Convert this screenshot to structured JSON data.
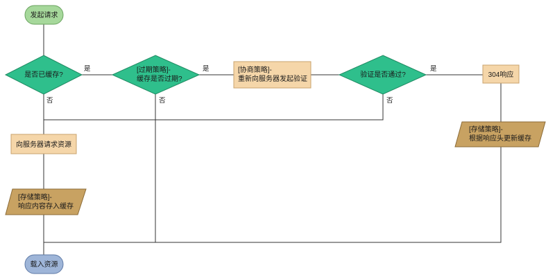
{
  "nodes": {
    "start": "发起请求",
    "is_cached": "是否已缓存?",
    "expire_line1": "[过期策略]-",
    "expire_line2": "缓存是否过期?",
    "negotiate_line1": "[协商策略]-",
    "negotiate_line2": "重新向服务器发起验证",
    "verify": "验证是否通过?",
    "resp304": "304响应",
    "store_update_line1": "[存储策略]-",
    "store_update_line2": "根据响应头更新缓存",
    "request_server": "向服务器请求资源",
    "store_save_line1": "[存储策略]-",
    "store_save_line2": "响应内容存入缓存",
    "load": "载入资源"
  },
  "edges": {
    "yes": "是",
    "no": "否"
  },
  "colors": {
    "terminal_fill": "#a6d89b",
    "terminal_stroke": "#6aa35f",
    "decision_fill": "#2fbf8c",
    "decision_stroke": "#1f8a62",
    "process_fill": "#f5d6a9",
    "process_stroke": "#c9a36e",
    "data_fill": "#c8a262",
    "data_stroke": "#8b6b37",
    "end_fill": "#9eb5d8",
    "end_stroke": "#5f7aa6",
    "line": "#333333"
  }
}
